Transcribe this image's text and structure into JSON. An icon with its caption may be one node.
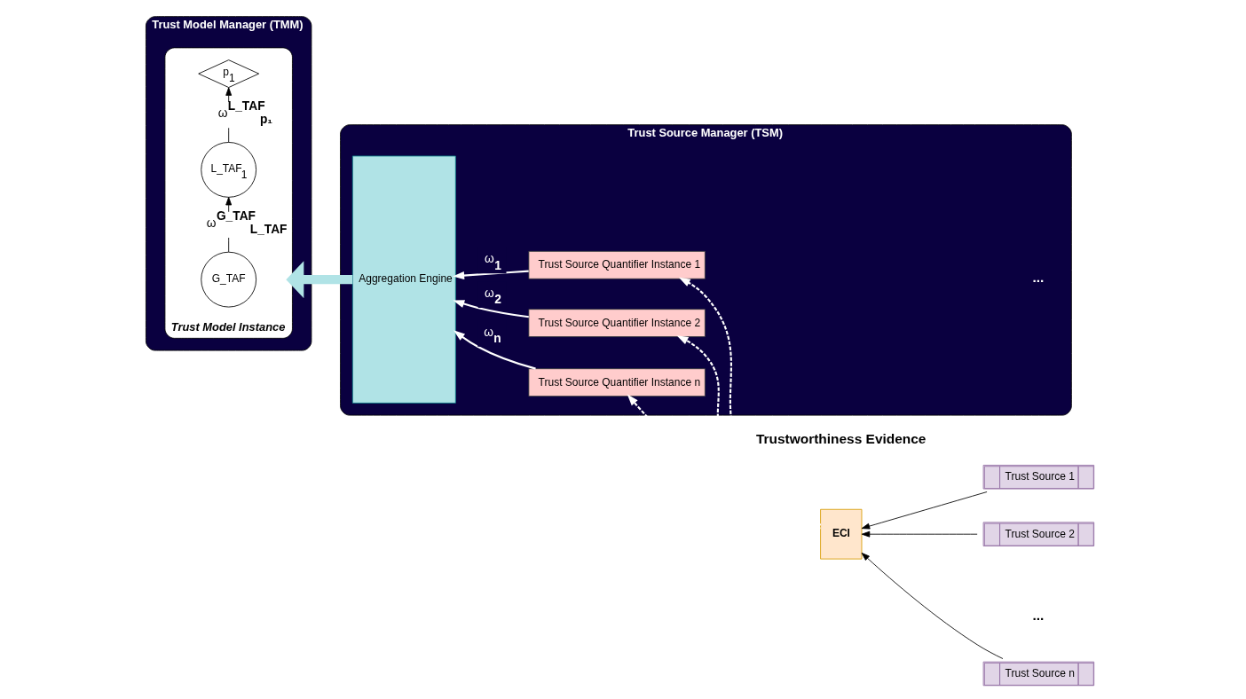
{
  "diagram": {
    "nodes": [
      {
        "text": [
          "Trust Model Manager (TMM)"
        ]
      },
      {
        "text": [
          "Trust Model Instance"
        ],
        "in": 0
      },
      {
        "text": [
          "G_TAF"
        ],
        "in": 1
      },
      {
        "text": [
          "L_TAF$_{1}$"
        ],
        "in": 1
      },
      {
        "text": [
          "p$_{1}$"
        ],
        "in": 1
      },
      {
        "text": [
          "Trust Source Manager (TSM)"
        ]
      },
      {
        "text": [
          "Aggregation Engine"
        ],
        "in": 5
      },
      {
        "text": [
          "Trust Source Quantifier Instance 1"
        ],
        "in": 5
      },
      {
        "text": [
          "Trust Source Quantifier Instance 2"
        ],
        "in": 5
      },
      {
        "text": [
          "Trust Source Quantifier Instance n"
        ],
        "in": 5
      },
      {
        "text": [
          "ECI"
        ]
      },
      {
        "text": [
          "Trust Source 1"
        ]
      },
      {
        "text": [
          "Trust Source 2"
        ]
      },
      {
        "text": [
          "Trust Source n"
        ]
      }
    ],
    "edges": [
      {
        "from": 2,
        "to": 3,
        "arrow": "to",
        "label": "ω$^{G_TAF}$$_{L_TAF}$",
        "color": "#000000"
      },
      {
        "from": 3,
        "to": 4,
        "arrow": "to",
        "label": "ω$^{L_TAF}$$_{p₁}$",
        "color": "#000000"
      },
      {
        "from": 6,
        "to": 1,
        "arrow": "to",
        "style": "thick",
        "color": "#b0e3e6"
      },
      {
        "from": 7,
        "to": 6,
        "arrow": "to",
        "label": "ω$_{1}$",
        "color": "#ffffff"
      },
      {
        "from": 8,
        "to": 6,
        "arrow": "to",
        "label": "ω$_{2}$",
        "color": "#ffffff"
      },
      {
        "from": 9,
        "to": 6,
        "arrow": "to",
        "label": "ω$_{n}$",
        "color": "#ffffff"
      },
      {
        "from": 10,
        "to": 7,
        "arrow": "to",
        "style": "dashed",
        "color": "#ffffff"
      },
      {
        "from": 10,
        "to": 8,
        "arrow": "to",
        "style": "dashed",
        "color": "#ffffff"
      },
      {
        "from": 10,
        "to": 9,
        "arrow": "to",
        "style": "dashed",
        "color": "#ffffff"
      },
      {
        "from": 11,
        "to": 10,
        "arrow": "to",
        "color": "#000000"
      },
      {
        "from": 12,
        "to": 10,
        "arrow": "to",
        "color": "#000000"
      },
      {
        "from": 13,
        "to": 10,
        "arrow": "to",
        "color": "#000000"
      }
    ],
    "labels": [
      "Trustworthiness Evidence",
      "...",
      "..."
    ]
  }
}
